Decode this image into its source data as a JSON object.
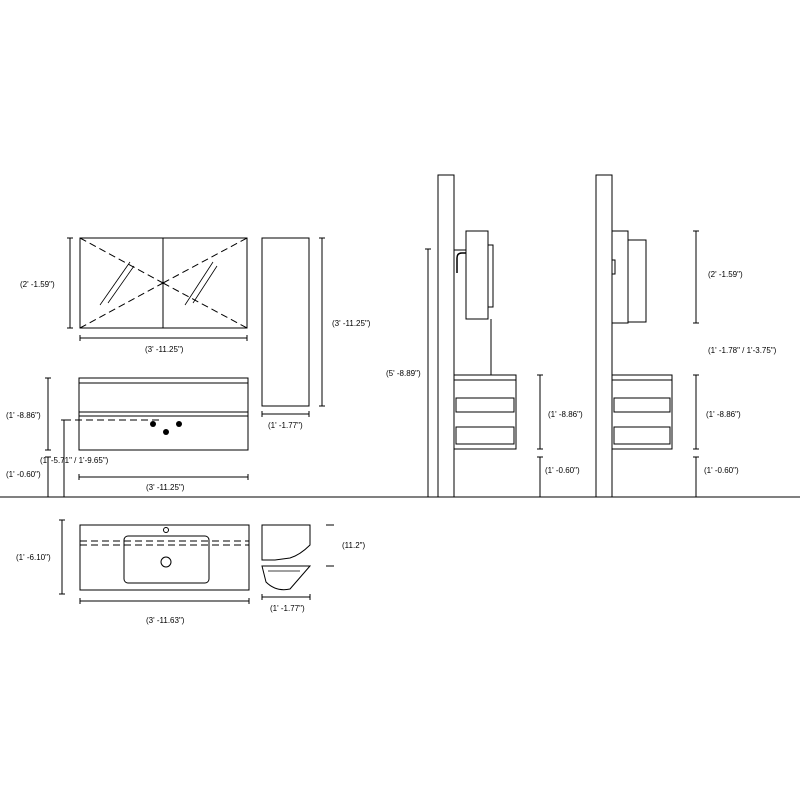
{
  "dimensions": {
    "cabinet_height": "(2' -1.59\")",
    "cabinet_width": "(3' -11.25\")",
    "tall_cabinet_height": "(3' -11.25\")",
    "tall_cabinet_depth": "(1' -1.77\")",
    "vanity_height": "(1' -8.86\")",
    "vanity_faucet_heights": "(1' -5.71\" / 1'-9.65\")",
    "vanity_floor_clearance": "(1' -0.60\")",
    "vanity_width": "(3' -11.25\")",
    "top_depth": "(1' -6.10\")",
    "top_width": "(3' -11.63\")",
    "top_side_height": "(11.2\")",
    "top_side_depth": "(1' -1.77\")",
    "mirror_mount_height": "(5' -8.89\")",
    "side_vanity_height": "(1' -8.86\")",
    "side_floor_clearance": "(1' -0.60\")",
    "right_cabinet_height": "(2' -1.59\")",
    "right_gap": "(1' -1.78\" / 1'-3.75\")",
    "right_vanity_height": "(1' -8.86\")",
    "right_floor_clearance": "(1' -0.60\")"
  }
}
